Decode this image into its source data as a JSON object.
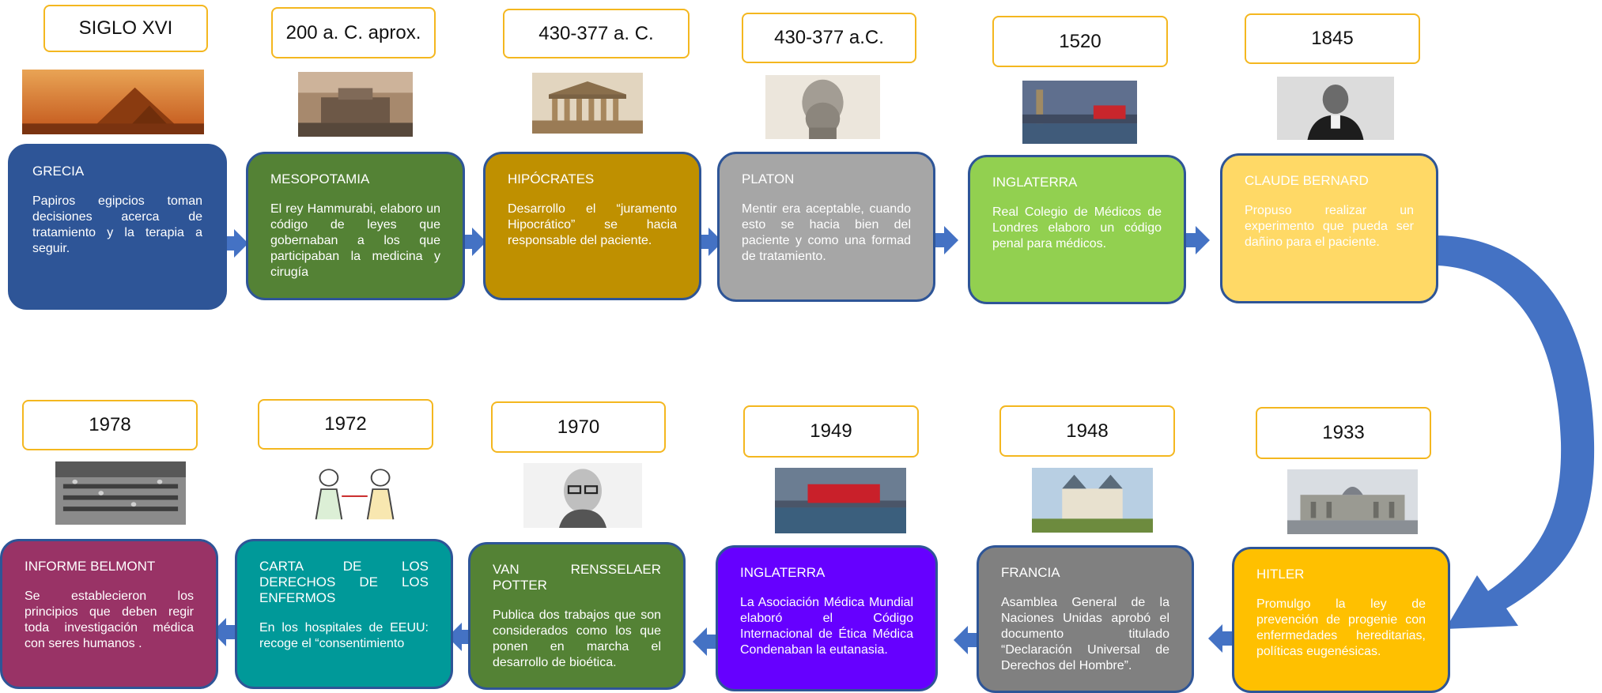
{
  "events_top": [
    {
      "date": "SIGLO XVI",
      "title": "GRECIA",
      "text": "Papiros egipcios toman decisiones acerca de tratamiento y la terapia a seguir.",
      "color": "#2e5597",
      "text_color": "#ffffff",
      "image": "desert-pyramids-image"
    },
    {
      "date": "200 a. C. aprox.",
      "title": "MESOPOTAMIA",
      "text": "El rey Hammurabi, elaboro un código de leyes que gobernaban a los que participaban la medicina y cirugía",
      "color": "#548235",
      "text_color": "#ffffff",
      "image": "ancient-city-image"
    },
    {
      "date": "430-377 a. C.",
      "title": "HIPÓCRATES",
      "text": "Desarrollo el “juramento Hipocrático” se hacia responsable del paciente.",
      "color": "#bf9000",
      "text_color": "#ffffff",
      "image": "parthenon-image"
    },
    {
      "date": "430-377 a.C.",
      "title": "PLATON",
      "text": "Mentir era aceptable, cuando esto se hacia bien del paciente y como una formad de tratamiento.",
      "color": "#a6a6a6",
      "text_color": "#ffffff",
      "image": "plato-bust-image"
    },
    {
      "date": "1520",
      "title": "INGLATERRA",
      "text": "Real Colegio de Médicos de Londres elaboro un código penal para médicos.",
      "color": "#92d050",
      "text_color": "#ffffff",
      "image": "london-bridge-image"
    },
    {
      "date": "1845",
      "title": "CLAUDE BERNARD",
      "text": "Propuso realizar un experimento que pueda ser dañino para el paciente.",
      "color": "#ffd966",
      "text_color": "#ffffff",
      "image": "claude-bernard-portrait-image"
    }
  ],
  "events_bottom": [
    {
      "date": "1978",
      "title": "INFORME BELMONT",
      "text": "Se establecieron los principios que deben regir toda investigación médica con seres humanos .",
      "color": "#993366",
      "text_color": "#ffffff",
      "image": "assembly-hall-image"
    },
    {
      "date": "1972",
      "title": "CARTA DE LOS DERECHOS DE LOS ENFERMOS",
      "text": "En los hospitales de EEUU: recoge el “consentimiento",
      "color": "#009999",
      "text_color": "#ffffff",
      "image": "doctor-patient-cartoon-image"
    },
    {
      "date": "1970",
      "title": "VAN RENSSELAER POTTER",
      "text": "Publica dos trabajos que son considerados como los que ponen en marcha el desarrollo de bioética.",
      "color": "#548235",
      "text_color": "#ffffff",
      "image": "van-potter-portrait-image"
    },
    {
      "date": "1949",
      "title": "INGLATERRA",
      "text": "La Asociación Médica Mundial elaboró el Código Internacional de Ética Médica Condenaban la eutanasia.",
      "color": "#6600ff",
      "text_color": "#ffffff",
      "image": "london-bus-bridge-image"
    },
    {
      "date": "1948",
      "title": "FRANCIA",
      "text": "Asamblea General de la Naciones Unidas aprobó el documento titulado “Declaración Universal de Derechos del Hombre”.",
      "color": "#808080",
      "text_color": "#ffffff",
      "image": "castle-image"
    },
    {
      "date": "1933",
      "title": "HITLER",
      "text": "Promulgo la ley de prevención de progenie con enfermedades hereditarias, políticas eugenésicas.",
      "color": "#ffc000",
      "text_color": "#ffffff",
      "image": "reichstag-building-image"
    }
  ],
  "colors": {
    "arrow": "#4472c4",
    "date_border": "#f4b71f",
    "card_border": "#2e5597"
  }
}
